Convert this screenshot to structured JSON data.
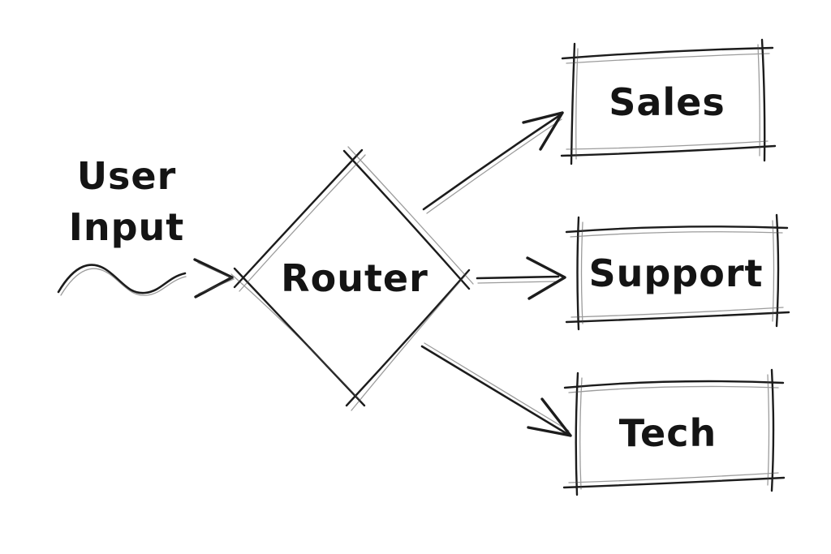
{
  "diagram": {
    "type": "hand-drawn-flowchart",
    "background_color": "#ffffff",
    "ink_color": "#1c1c1c",
    "nodes": {
      "user_input": {
        "line1": "User",
        "line2": "Input",
        "shape": "plain-label"
      },
      "router": {
        "label": "Router",
        "shape": "decision-diamond"
      },
      "sales": {
        "label": "Sales",
        "shape": "rectangle"
      },
      "support": {
        "label": "Support",
        "shape": "rectangle"
      },
      "tech": {
        "label": "Tech",
        "shape": "rectangle"
      }
    },
    "edges": [
      {
        "from": "user_input",
        "to": "router",
        "style": "wavy-arrow"
      },
      {
        "from": "router",
        "to": "sales",
        "style": "straight-arrow"
      },
      {
        "from": "router",
        "to": "support",
        "style": "straight-arrow"
      },
      {
        "from": "router",
        "to": "tech",
        "style": "straight-arrow"
      }
    ]
  }
}
